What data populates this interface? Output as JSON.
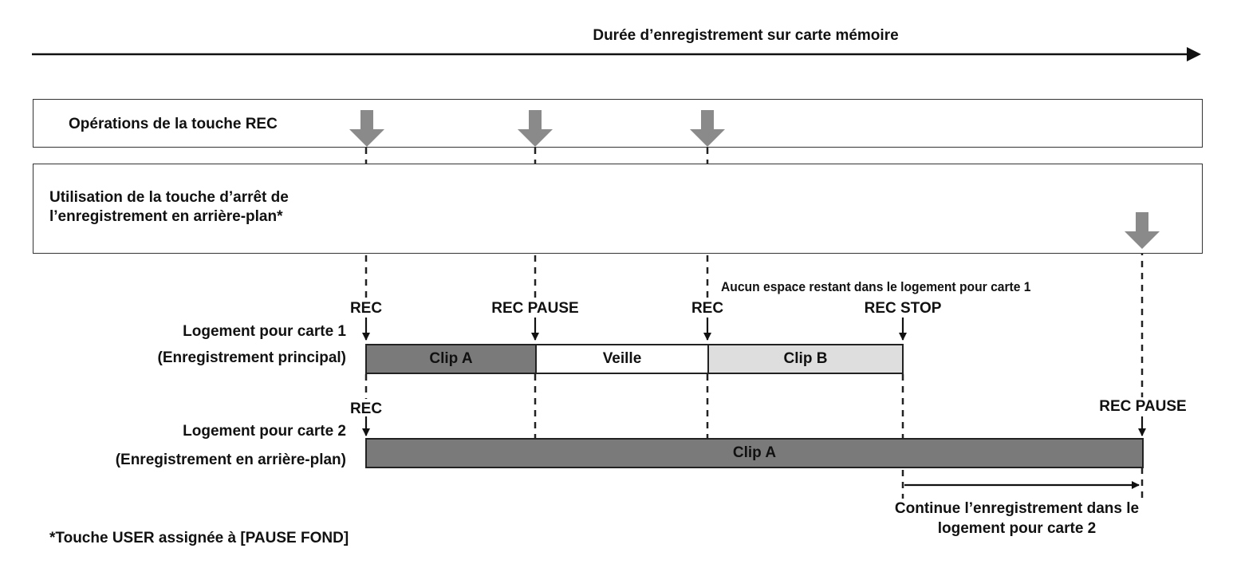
{
  "timeline": {
    "title": "Durée d’enregistrement sur carte mémoire"
  },
  "rows": {
    "rec_ops": "Opérations de la touche REC",
    "bg_stop_line1": "Utilisation de la touche d’arrêt de",
    "bg_stop_line2": "l’enregistrement en arrière-plan*"
  },
  "events": {
    "rec_1": "REC",
    "rec_pause_1": "REC PAUSE",
    "rec_2": "REC",
    "rec_stop": "REC STOP",
    "no_space": "Aucun espace restant dans le logement pour carte 1",
    "rec_slot2": "REC",
    "rec_pause_slot2": "REC PAUSE"
  },
  "slot1": {
    "label_line1": "Logement pour carte 1",
    "label_line2": "(Enregistrement principal)",
    "segments": [
      {
        "label": "Clip A",
        "color": "#7a7a7a"
      },
      {
        "label": "Veille",
        "color": "#ffffff"
      },
      {
        "label": "Clip B",
        "color": "#dedede"
      }
    ]
  },
  "slot2": {
    "label_line1": "Logement pour carte 2",
    "label_line2": "(Enregistrement en arrière-plan)",
    "segments": [
      {
        "label": "Clip A",
        "color": "#7a7a7a"
      }
    ]
  },
  "continue_note": {
    "line1": "Continue l’enregistrement dans le",
    "line2": "logement pour carte 2"
  },
  "footnote": "*Touche USER assignée à [PAUSE FOND]",
  "colors": {
    "press_arrow": "#8a8a8a",
    "line": "#111111"
  }
}
